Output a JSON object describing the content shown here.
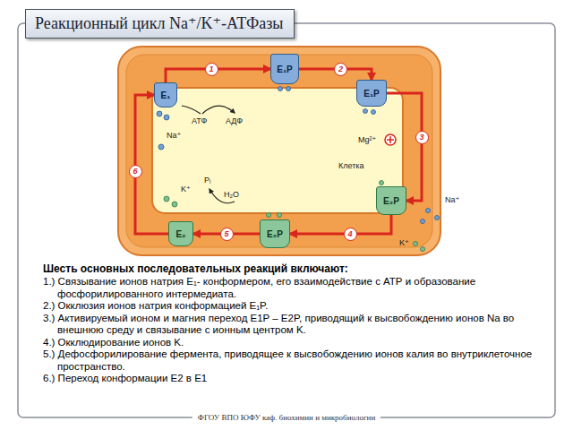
{
  "diagram": {
    "title": "Реакционный цикл Na⁺/K⁺-АТФазы",
    "nodes": [
      {
        "text": [
          "E₁"
        ]
      },
      {
        "text": [
          "E₁P"
        ]
      },
      {
        "text": [
          "E₁P"
        ]
      },
      {
        "text": [
          "E₂P"
        ]
      },
      {
        "text": [
          "E₂P"
        ]
      },
      {
        "text": [
          "E₂"
        ]
      }
    ],
    "edges": [
      {
        "from": 0,
        "to": 1,
        "arrow": "to",
        "label": "1"
      },
      {
        "from": 1,
        "to": 2,
        "arrow": "to",
        "label": "2"
      },
      {
        "from": 2,
        "to": 3,
        "arrow": "to",
        "label": "3"
      },
      {
        "from": 3,
        "to": 4,
        "arrow": "to",
        "label": "4"
      },
      {
        "from": 4,
        "to": 5,
        "arrow": "to",
        "label": "5"
      },
      {
        "from": 5,
        "to": 0,
        "arrow": "to",
        "label": "6"
      }
    ],
    "labels": [
      "АТФ",
      "АДФ",
      "Na⁺",
      "Mg²⁺",
      "Клетка",
      "K⁺",
      "Pᵢ",
      "H₂O",
      "Na⁺",
      "K⁺",
      "Шесть основных последовательных реакций включают:",
      "1.) Связывание  ионов натрия E₁- конформером, его взаимодействие с АТР и образование фосфорилированного интермедиата.",
      "2.) Окклюзия ионов натрия конформацией E₁P.",
      "3.) Активируемый ионом и магния переход E1P – E2P, приводящий к высвобождению ионов Na во внешнюю среду и связывание с ионным центром K.",
      "4.) Окклюдирование ионов K.",
      "5.) Дефосфорилирование  фермента, приводящее к высвобождению ионов калия во внутриклеточное пространство.",
      "6.) Переход конформации E2 в E1",
      "ФГОУ ВПО ЮФУ  каф. биохимии и микробиологии"
    ]
  }
}
